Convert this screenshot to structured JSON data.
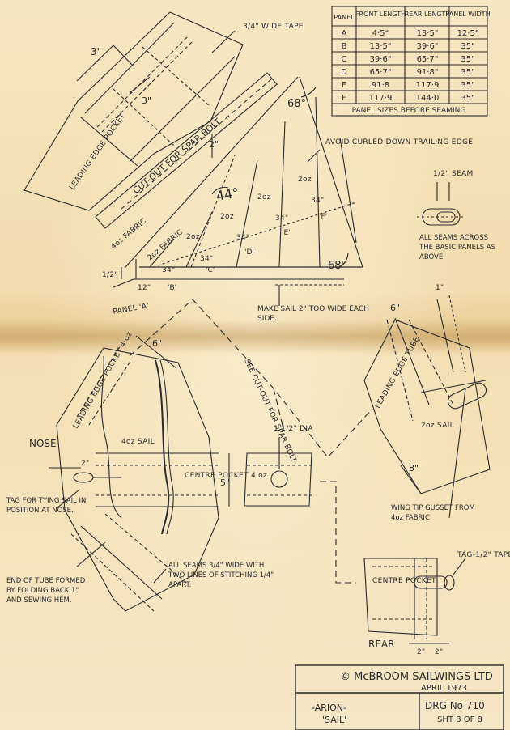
{
  "table": {
    "headers": [
      "PANEL",
      "FRONT LENGTH",
      "REAR LENGTH",
      "PANEL WIDTH"
    ],
    "rows": [
      [
        "A",
        "4·5\"",
        "13·5\"",
        "12·5\""
      ],
      [
        "B",
        "13·5\"",
        "39·6\"",
        "35\""
      ],
      [
        "C",
        "39·6\"",
        "65·7\"",
        "35\""
      ],
      [
        "D",
        "65·7\"",
        "91·8\"",
        "35\""
      ],
      [
        "E",
        "91·8",
        "117·9",
        "35\""
      ],
      [
        "F",
        "117·9",
        "144·0",
        "35\""
      ]
    ],
    "caption": "PANEL SIZES BEFORE SEAMING"
  },
  "labels": {
    "tape_wide": "3/4\" WIDE TAPE",
    "dim_3_outer": "3\"",
    "dim_3_inner": "3\"",
    "angle_top": "68°",
    "angle_bottom": "68°",
    "angle_44": "44°",
    "dim_2": "2\"",
    "avoid_curled": "AVOID CURLED DOWN TRAILING EDGE",
    "leading_edge_pocket_top": "LEADING EDGE POCKET",
    "cutout_spar_bolt": "CUT-OUT FOR SPAR BOLT",
    "fabric_4oz": "4oz FABRIC",
    "fabric_2oz_small": "2oz FABRIC",
    "weights_2oz": [
      "2oz",
      "2oz",
      "2oz",
      "2oz"
    ],
    "widths_34": [
      "34\"",
      "34\"",
      "34\"",
      "34\"",
      "34\""
    ],
    "panel_letters": [
      "'B'",
      "'C'",
      "'D'",
      "'E'",
      "'F'"
    ],
    "panel_a": "PANEL 'A'",
    "dim_12": "12\"",
    "dim_half": "1/2\"",
    "make_sail": "MAKE SAIL 2\" TOO WIDE EACH SIDE.",
    "seam_half": "1/2\" SEAM",
    "all_seams_across": "ALL SEAMS ACROSS THE BASIC PANELS AS ABOVE.",
    "dim_6_left": "6\"",
    "see_cutout": "SEE CUT-OUT FOR SPAR BOLT",
    "nose": "NOSE",
    "leading_edge_pocket_4oz": "LEADING EDGE POCKET 4·oz",
    "sail_4oz": "4oz SAIL",
    "centre_pocket_4oz": "CENTRE POCKET 4·oz",
    "dim_2_nose": "2\"",
    "dim_5": "5\"",
    "dia": "1 1/2\" DIA",
    "tag_tying": "TAG FOR TYING SAIL IN POSITION AT NOSE.",
    "end_tube": "END OF TUBE FORMED BY FOLDING BACK 1\" AND SEWING HEM.",
    "all_seams_wide": "ALL SEAMS 3/4\" WIDE WITH TWO LINES OF STITCHING 1/4\" APART.",
    "dim_6_right": "6\"",
    "dim_1_right": "1\"",
    "leading_edge_tube": "LEADING EDGE TUBE",
    "sail_2oz": "2oz SAIL",
    "dim_8": "8\"",
    "wing_tip": "WING TIP GUSSET FROM 4oz FABRIC",
    "tag_tape": "TAG-1/2\" TAPE",
    "centre_pocket": "CENTRE POCKET",
    "rear": "REAR",
    "dim_2a": "2\"",
    "dim_2b": "2\""
  },
  "title_block": {
    "company": "© McBROOM SAILWINGS LTD",
    "date": "APRIL 1973",
    "project": "-ARION- 'SAIL'",
    "drawing_no": "DRG No 710",
    "sheet": "SHT 8 OF 8"
  },
  "colors": {
    "paper": "#f3e2bd",
    "ink": "#2a2a2a"
  }
}
